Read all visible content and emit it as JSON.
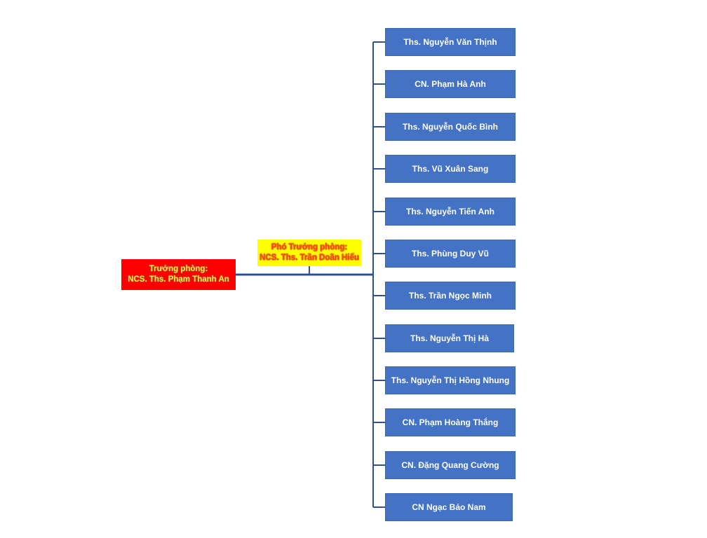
{
  "head": {
    "title": "Trưởng phòng:",
    "name": "NCS. Ths. Phạm Thanh An"
  },
  "deputy": {
    "title": "Phó Trưởng phòng:",
    "name": "NCS. Ths. Trần Doãn Hiếu"
  },
  "members": [
    {
      "name": "Ths. Nguyễn Văn Thịnh"
    },
    {
      "name": "CN. Phạm Hà Anh"
    },
    {
      "name": "Ths. Nguyễn Quốc Bình"
    },
    {
      "name": "Ths. Vũ Xuân Sang"
    },
    {
      "name": "Ths. Nguyễn Tiến Anh"
    },
    {
      "name": "Ths. Phùng Duy Vũ"
    },
    {
      "name": "Ths. Trần Ngọc Minh"
    },
    {
      "name": "Ths. Nguyễn Thị Hà"
    },
    {
      "name": "Ths. Nguyễn Thị Hồng Nhung"
    },
    {
      "name": "CN. Phạm Hoàng Thắng"
    },
    {
      "name": "CN. Đặng Quang Cường"
    },
    {
      "name": "CN Ngạc Bảo Nam"
    }
  ],
  "colors": {
    "connector": "#2f4f8f",
    "member_box": "#4472c4",
    "head_box": "#ff0000",
    "deputy_box": "#ffff00"
  }
}
